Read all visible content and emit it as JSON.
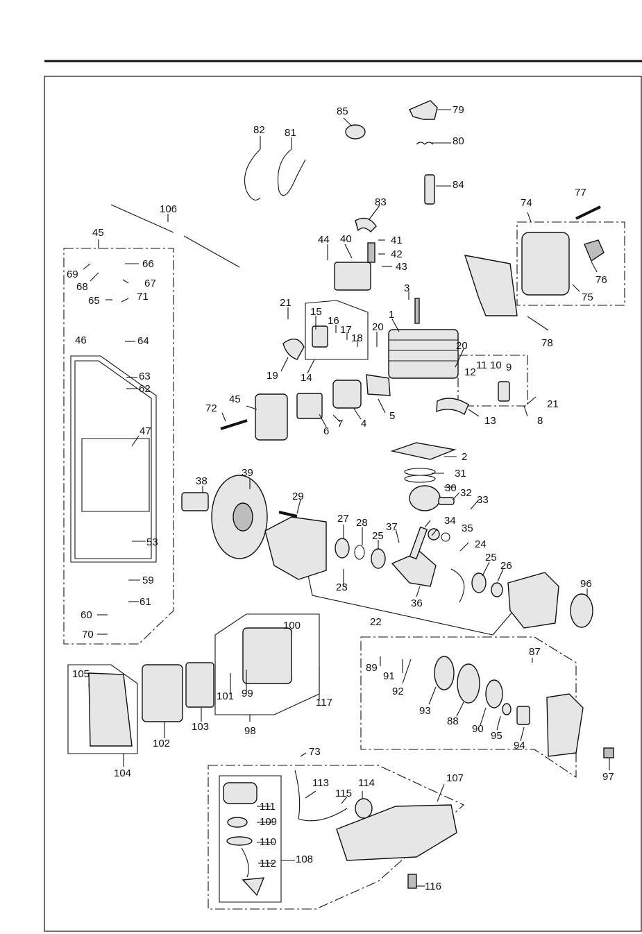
{
  "labels": {
    "p1": "1",
    "p2": "2",
    "p3": "3",
    "p4": "4",
    "p5": "5",
    "p6": "6",
    "p7": "7",
    "p8": "8",
    "p9": "9",
    "p10": "10",
    "p11": "11",
    "p12": "12",
    "p13": "13",
    "p14": "14",
    "p15": "15",
    "p16": "16",
    "p17": "17",
    "p18": "18",
    "p19": "19",
    "p20a": "20",
    "p20b": "20",
    "p21a": "21",
    "p21b": "21",
    "p22": "22",
    "p23": "23",
    "p24": "24",
    "p25a": "25",
    "p25b": "25",
    "p26": "26",
    "p27": "27",
    "p28": "28",
    "p29": "29",
    "p30": "30",
    "p31": "31",
    "p32": "32",
    "p33": "33",
    "p34": "34",
    "p35": "35",
    "p36": "36",
    "p37": "37",
    "p38": "38",
    "p39": "39",
    "p40": "40",
    "p41": "41",
    "p42": "42",
    "p43": "43",
    "p44": "44",
    "p45a": "45",
    "p45b": "45",
    "p46": "46",
    "p47": "47",
    "p53": "53",
    "p59": "59",
    "p60": "60",
    "p61": "61",
    "p62": "62",
    "p63": "63",
    "p64": "64",
    "p65": "65",
    "p66": "66",
    "p67": "67",
    "p68": "68",
    "p69": "69",
    "p70": "70",
    "p71": "71",
    "p72": "72",
    "p73": "73",
    "p74": "74",
    "p75": "75",
    "p76": "76",
    "p77": "77",
    "p78": "78",
    "p79": "79",
    "p80": "80",
    "p81": "81",
    "p82": "82",
    "p83": "83",
    "p84": "84",
    "p85": "85",
    "p87": "87",
    "p88": "88",
    "p89": "89",
    "p90": "90",
    "p91": "91",
    "p92": "92",
    "p93": "93",
    "p94": "94",
    "p95": "95",
    "p96": "96",
    "p97": "97",
    "p98": "98",
    "p99": "99",
    "p100": "100",
    "p101": "101",
    "p102": "102",
    "p103": "103",
    "p104": "104",
    "p105": "105",
    "p106": "106",
    "p107": "107",
    "p108": "108",
    "p109": "109",
    "p110": "110",
    "p111": "111",
    "p112": "112",
    "p113": "113",
    "p114": "114",
    "p115": "115",
    "p116": "116",
    "p117": "117"
  },
  "colors": {
    "line": "#111111",
    "part_fill": "#e6e6e6",
    "part_shade": "#bdbdbd",
    "background": "#ffffff"
  }
}
